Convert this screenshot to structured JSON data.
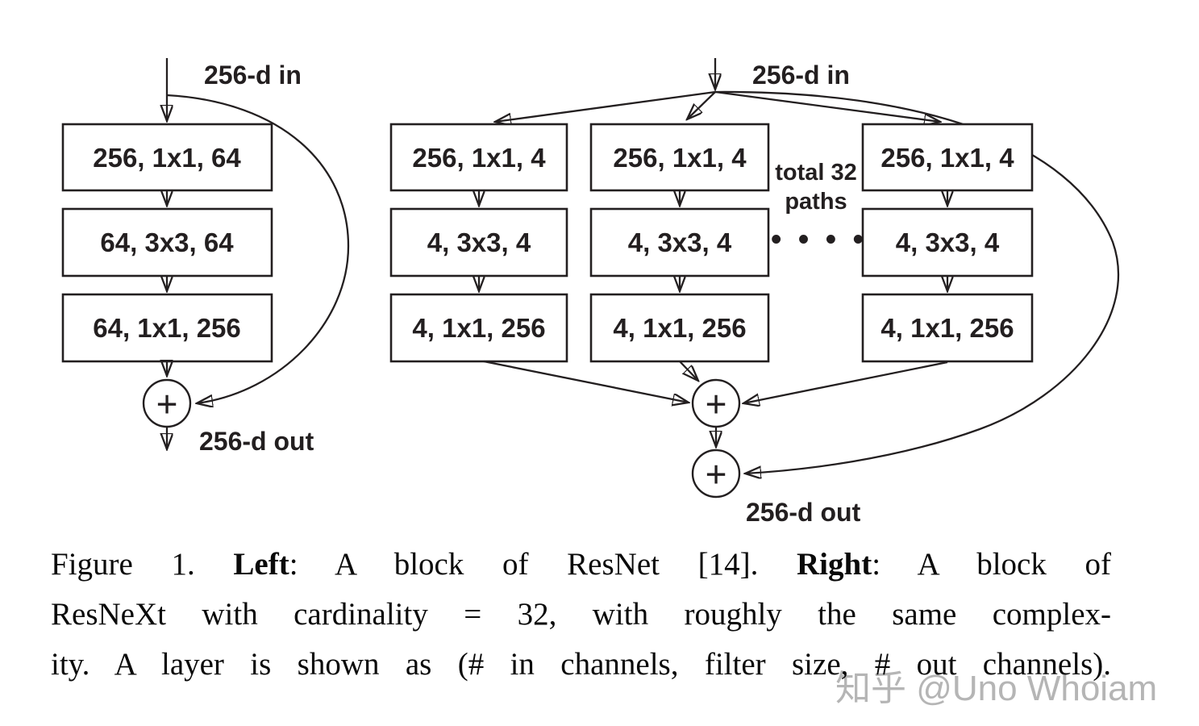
{
  "colors": {
    "ink": "#231f20",
    "watermark_gray": "#b5b5b5",
    "background": "#ffffff"
  },
  "left_diagram": {
    "input_label": "256-d in",
    "layers": [
      "256, 1x1, 64",
      "64, 3x3, 64",
      "64, 1x1, 256"
    ],
    "sum_symbol": "+",
    "output_label": "256-d out"
  },
  "right_diagram": {
    "input_label": "256-d in",
    "paths_note": {
      "line1": "total 32",
      "line2": "paths"
    },
    "ellipsis": "• • • •",
    "columns": [
      {
        "layers": [
          "256, 1x1, 4",
          "4, 3x3, 4",
          "4, 1x1, 256"
        ]
      },
      {
        "layers": [
          "256, 1x1, 4",
          "4, 3x3, 4",
          "4, 1x1, 256"
        ]
      },
      {
        "layers": [
          "256, 1x1, 4",
          "4, 3x3, 4",
          "4, 1x1, 256"
        ]
      }
    ],
    "sum_symbol": "+",
    "output_label": "256-d out"
  },
  "caption": {
    "l1a": "Figure 1. ",
    "l1b": "Left",
    "l1c": ": A block of ResNet [14]. ",
    "l1d": "Right",
    "l1e": ": A block of",
    "line2": "ResNeXt with cardinality = 32, with roughly the same complex-",
    "line3": "ity. A layer is shown as (# in channels, filter size, # out channels)."
  },
  "watermark": "知乎 @Uno Whoiam"
}
